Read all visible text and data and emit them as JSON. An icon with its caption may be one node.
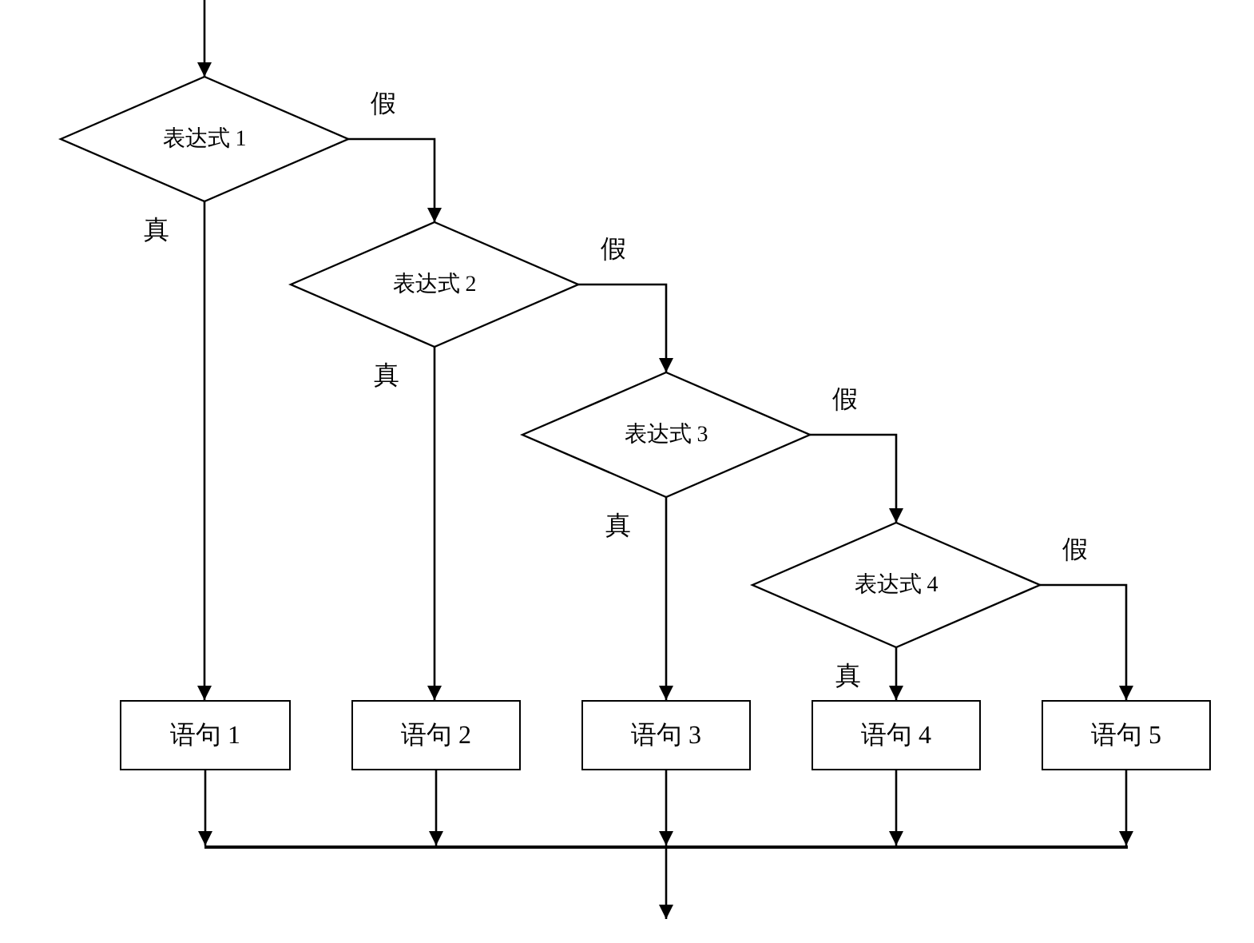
{
  "diagram": {
    "nodes": [
      {
        "text": [
          "表达式 1"
        ]
      },
      {
        "text": [
          "表达式 2"
        ]
      },
      {
        "text": [
          "表达式 3"
        ]
      },
      {
        "text": [
          "表达式 4"
        ]
      },
      {
        "text": [
          "语句 1"
        ]
      },
      {
        "text": [
          "语句 2"
        ]
      },
      {
        "text": [
          "语句 3"
        ]
      },
      {
        "text": [
          "语句 4"
        ]
      },
      {
        "text": [
          "语句 5"
        ]
      },
      {
        "text": [],
        "shape": "bar"
      }
    ],
    "edges": [
      {
        "from": null,
        "to": 0,
        "arrow": "to"
      },
      {
        "from": 0,
        "to": 4,
        "arrow": "to",
        "label": "真"
      },
      {
        "from": 0,
        "to": 1,
        "arrow": "to",
        "label": "假"
      },
      {
        "from": 1,
        "to": 5,
        "arrow": "to",
        "label": "真"
      },
      {
        "from": 1,
        "to": 2,
        "arrow": "to",
        "label": "假"
      },
      {
        "from": 2,
        "to": 6,
        "arrow": "to",
        "label": "真"
      },
      {
        "from": 2,
        "to": 3,
        "arrow": "to",
        "label": "假"
      },
      {
        "from": 3,
        "to": 7,
        "arrow": "to",
        "label": "真"
      },
      {
        "from": 3,
        "to": 8,
        "arrow": "to",
        "label": "假"
      },
      {
        "from": 4,
        "to": 9,
        "arrow": "to"
      },
      {
        "from": 5,
        "to": 9,
        "arrow": "to"
      },
      {
        "from": 6,
        "to": 9,
        "arrow": "to"
      },
      {
        "from": 7,
        "to": 9,
        "arrow": "to"
      },
      {
        "from": 8,
        "to": 9,
        "arrow": "to"
      },
      {
        "from": 9,
        "to": null,
        "arrow": "to"
      }
    ]
  }
}
